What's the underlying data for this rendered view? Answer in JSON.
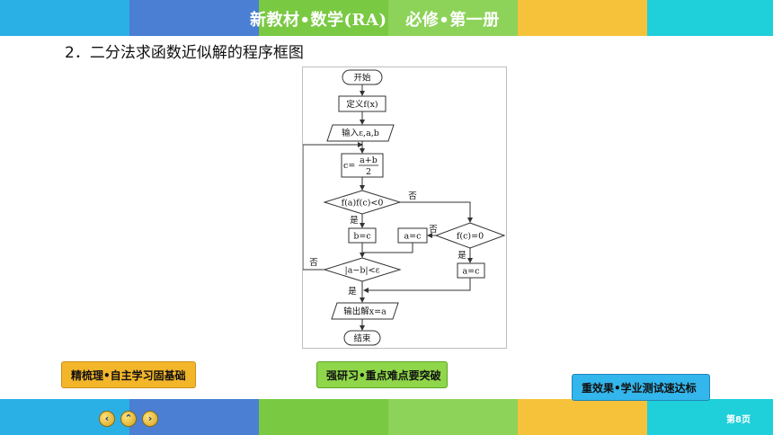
{
  "header": {
    "title_part1": "新教材•数学(RA)",
    "title_part2": "必修•第一册"
  },
  "content": {
    "heading": "2．二分法求函数近似解的程序框图"
  },
  "flowchart": {
    "start": "开始",
    "define": "定义f(x)",
    "input": "输入ε,a,b",
    "assign_c_lhs": "c=",
    "assign_c_num": "a+b",
    "assign_c_den": "2",
    "cond1": "f(a)f(c)<0",
    "no1": "否",
    "yes1": "是",
    "b_eq_c": "b=c",
    "a_eq_c_left": "a=c",
    "no2": "否",
    "cond2": "f(c)=0",
    "yes2": "是",
    "a_eq_c_right": "a=c",
    "no3": "否",
    "cond3": "|a−b|<ε",
    "yes3": "是",
    "output": "输出解x=a",
    "end": "结束"
  },
  "nav": {
    "btn1": "精梳理•自主学习固基础",
    "btn2": "强研习•重点难点要突破",
    "btn3": "重效果•学业测试速达标"
  },
  "footer": {
    "prev_icon": "‹",
    "home_icon": "⌃",
    "next_icon": "›",
    "page": "第8页"
  },
  "colors": {
    "bar_colors": [
      "#2bb0e6",
      "#4a7fd3",
      "#7ac943",
      "#8dd35a",
      "#f6c23a",
      "#1fcfd9"
    ]
  }
}
